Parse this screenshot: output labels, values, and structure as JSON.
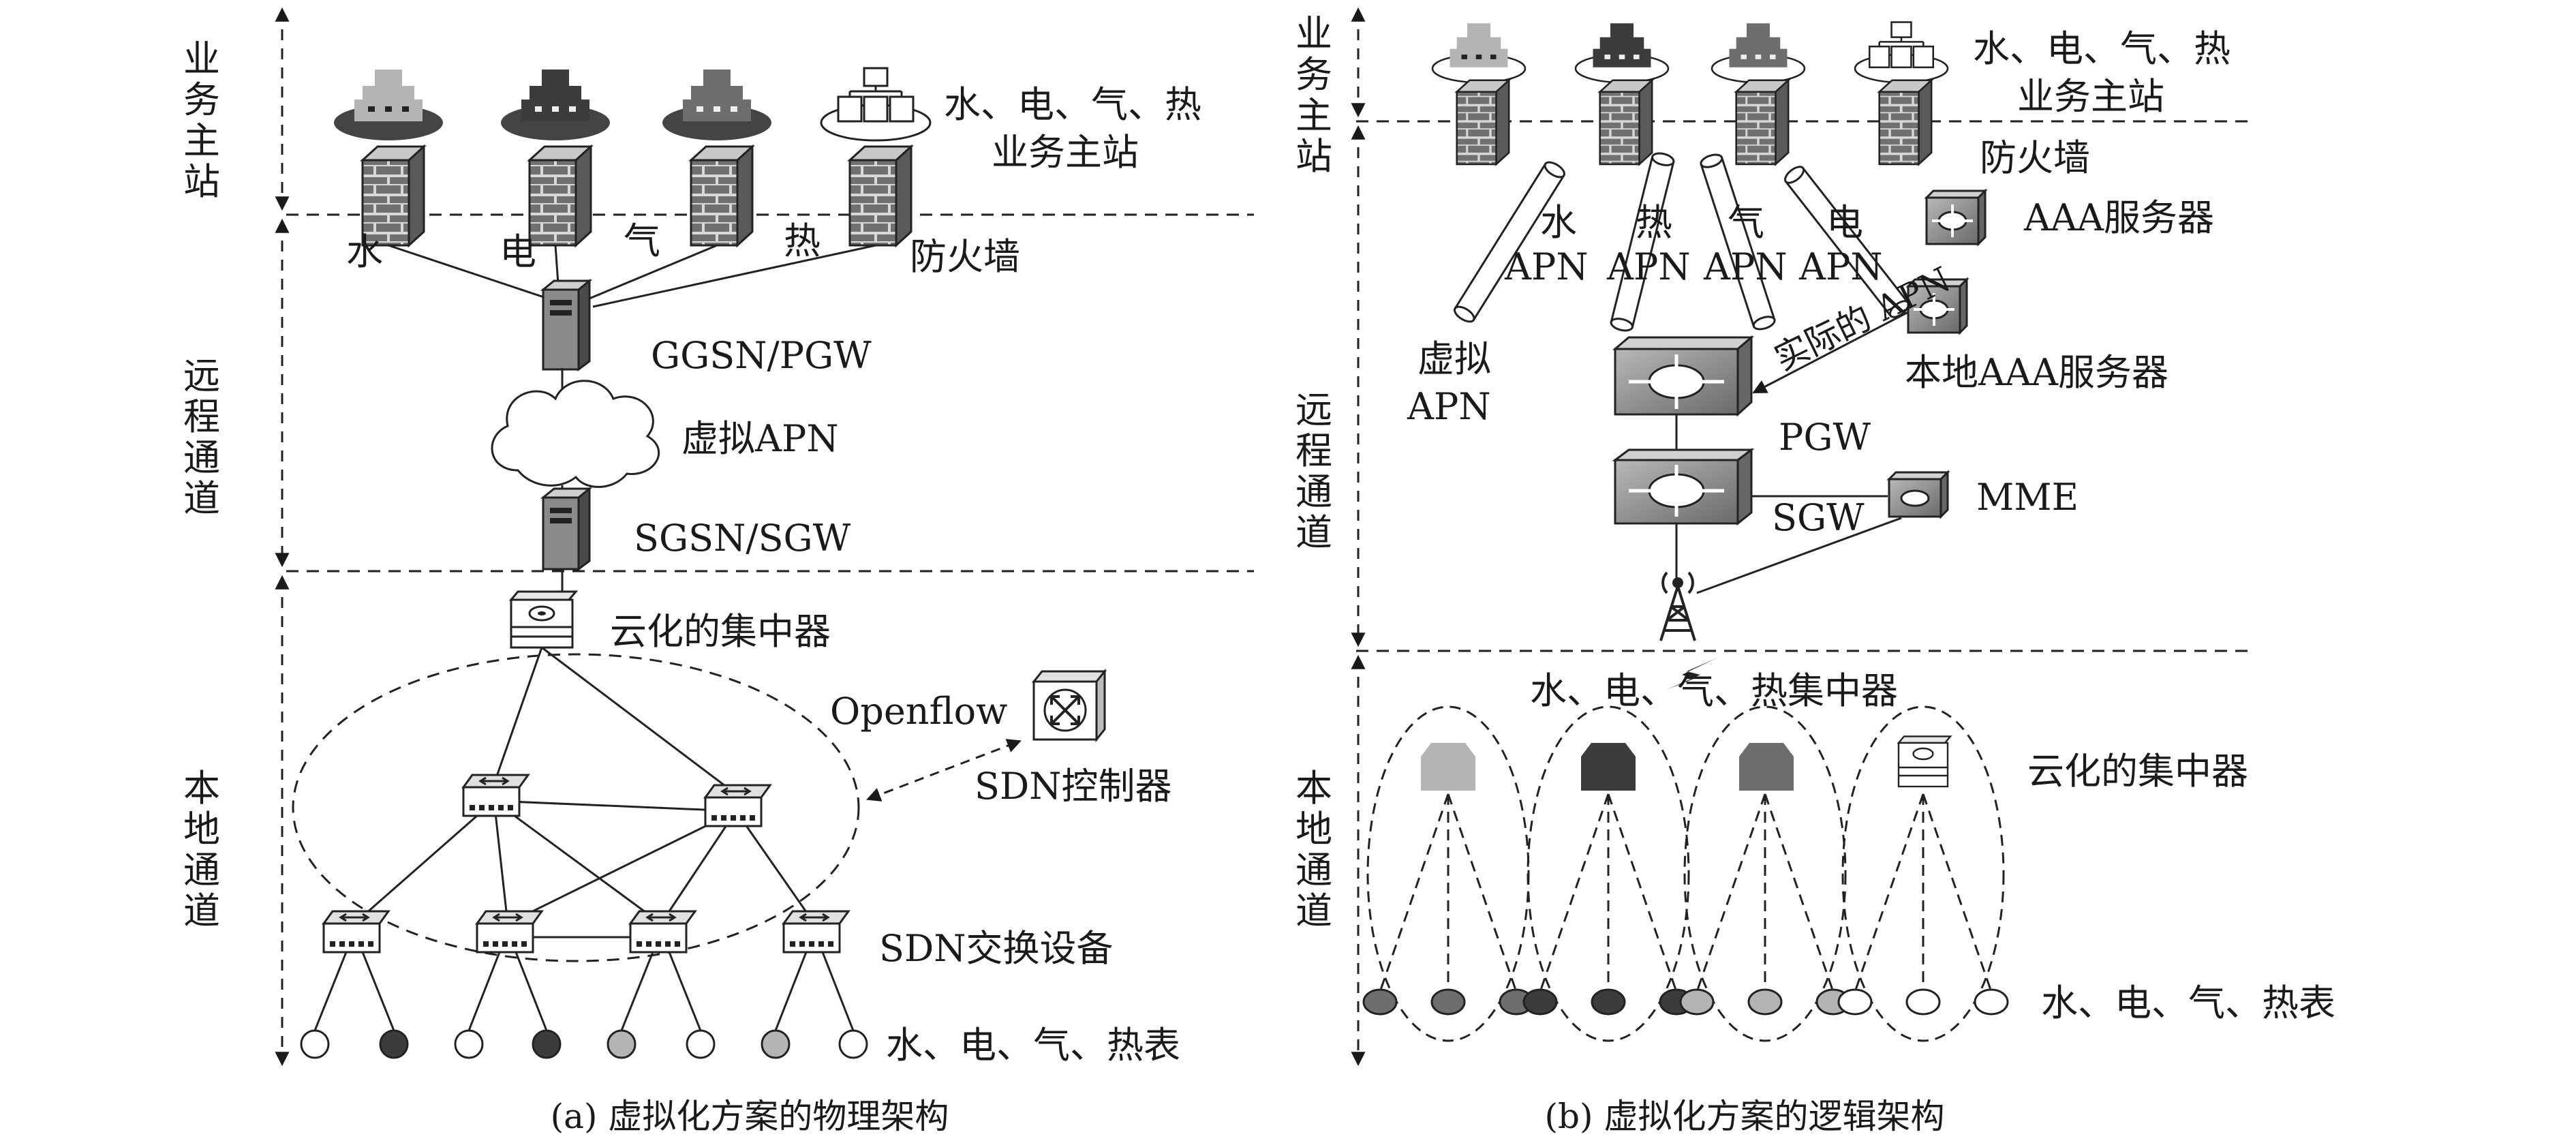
{
  "left": {
    "bands": {
      "top": [
        "业",
        "务",
        "主",
        "站"
      ],
      "mid": [
        "远",
        "程",
        "通",
        "道"
      ],
      "bottom": [
        "本",
        "地",
        "通",
        "道"
      ]
    },
    "stations_label": [
      "水、电、气、热",
      "业务主站"
    ],
    "firewall_label": "防火墙",
    "link_labels": [
      "水",
      "电",
      "气",
      "热"
    ],
    "ggsn_label": "GGSN/PGW",
    "cloud_label": "虚拟APN",
    "sgsn_label": "SGSN/SGW",
    "concentrator_label": "云化的集中器",
    "openflow_label": "Openflow",
    "controller_label": "SDN控制器",
    "switch_label": "SDN交换设备",
    "meters_label": "水、电、气、热表",
    "caption": "(a) 虚拟化方案的物理架构"
  },
  "right": {
    "bands": {
      "top": [
        "业",
        "务",
        "主",
        "站"
      ],
      "mid": [
        "远",
        "程",
        "通",
        "道"
      ],
      "bottom": [
        "本",
        "地",
        "通",
        "道"
      ]
    },
    "stations_label": [
      "水、电、气、热",
      "业务主站"
    ],
    "firewall_label": "防火墙",
    "tunnel_labels": [
      "水",
      "热",
      "气",
      "电"
    ],
    "apn_labels": [
      "APN",
      "APN",
      "APN",
      "APN"
    ],
    "aaa_label": "AAA服务器",
    "actual_apn_label": "实际的 APN",
    "local_aaa_label": "本地AAA服务器",
    "virtual_apn_label": [
      "虚拟",
      "APN"
    ],
    "pgw_label": "PGW",
    "sgw_label": "SGW",
    "mme_label": "MME",
    "concentrators_label": "水、电、气、热集中器",
    "cloud_conc_label": "云化的集中器",
    "meters_label": "水、电、气、热表",
    "caption": "(b) 虚拟化方案的逻辑架构"
  },
  "colors": {
    "light": "#b4b4b4",
    "dark": "#3c3c3c",
    "medium": "#6e6e6e",
    "white": "#ffffff",
    "device_gray": "#8c8c8c"
  },
  "icons": {
    "station_cloud": "mainframe-icon",
    "firewall": "firewall-brick-icon",
    "gateway": "server-tower-icon",
    "virtual_apn_cloud": "cloud-icon",
    "concentrator": "concentrator-icon",
    "controller": "sdn-controller-icon",
    "switch": "switch-icon",
    "router": "router-icon",
    "tower": "antenna-tower-icon",
    "lightning": "lightning-icon"
  }
}
